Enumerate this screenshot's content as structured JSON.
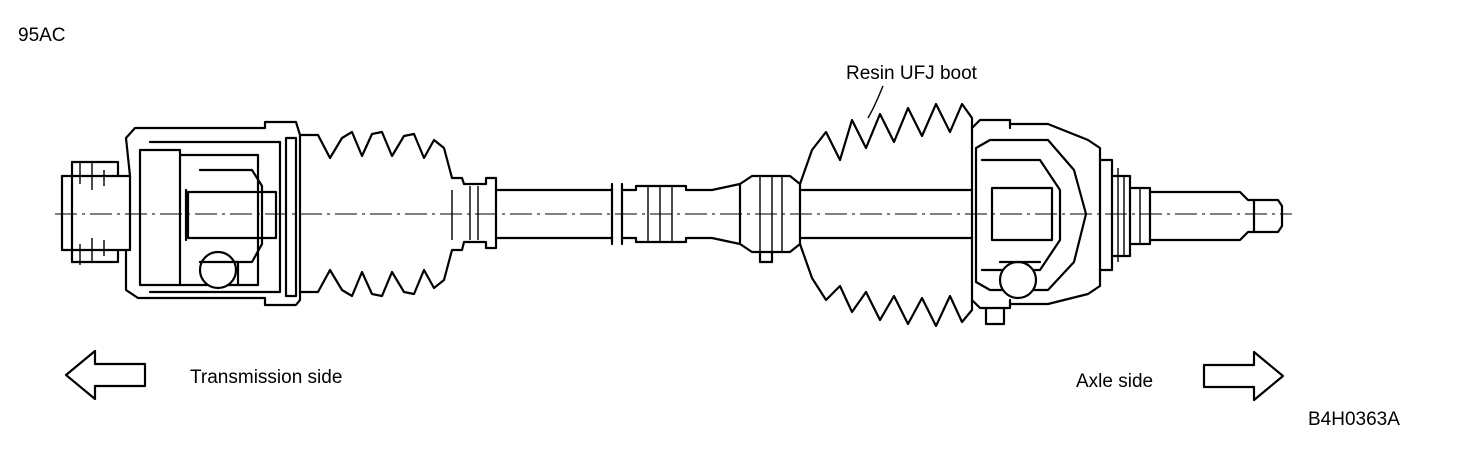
{
  "labels": {
    "model_code": "95AC",
    "boot": "Resin UFJ boot",
    "transmission_side": "Transmission side",
    "axle_side": "Axle side",
    "figure_code": "B4H0363A"
  },
  "icons": {
    "left_arrow": "arrow-left-outline",
    "right_arrow": "arrow-right-outline"
  },
  "colors": {
    "ink": "#000000",
    "paper": "#ffffff"
  }
}
